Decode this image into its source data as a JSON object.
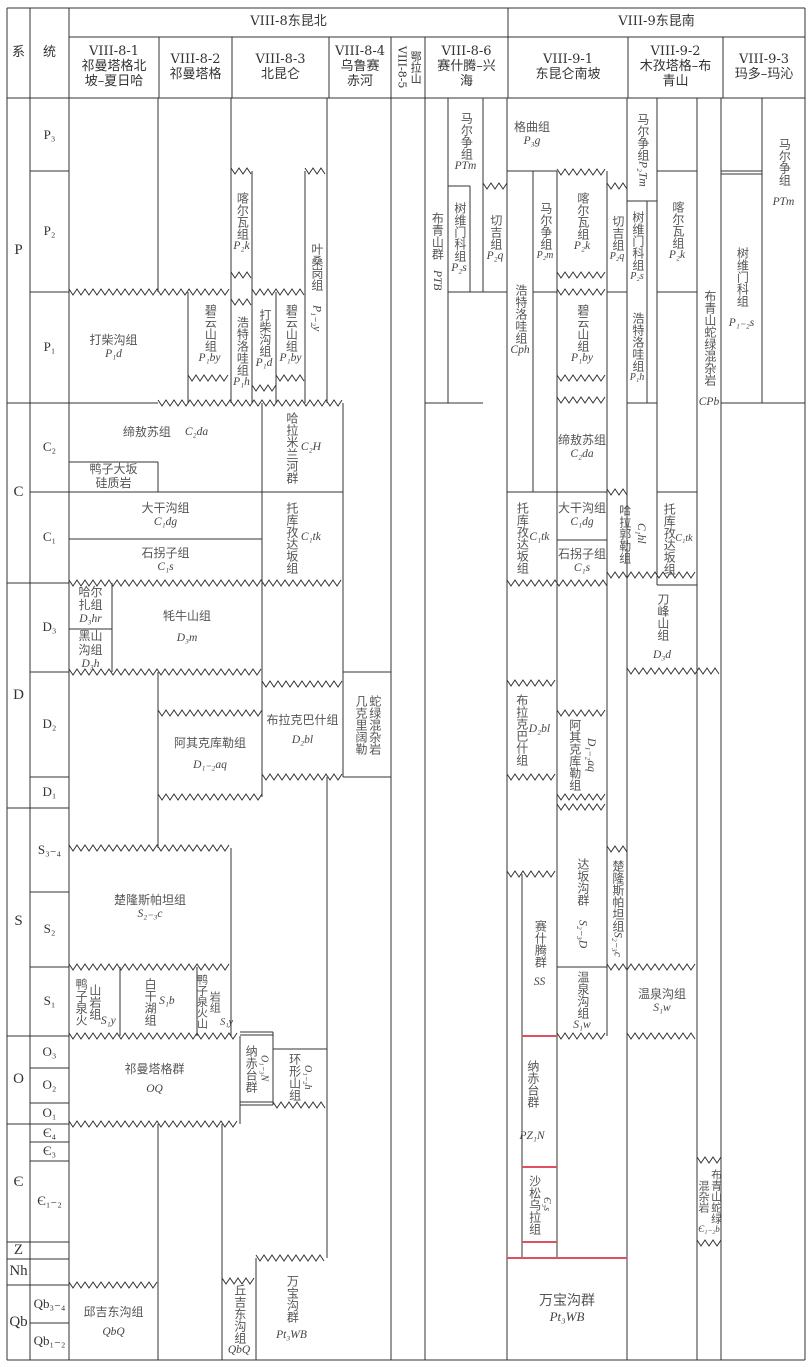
{
  "header": {
    "col_system": "系",
    "col_series": "统",
    "region_8": "VIII-8东昆北",
    "region_9": "VIII-9东昆南",
    "columns": [
      {
        "code": "VIII-8-1",
        "name": "祁曼塔格北坡–夏日哈"
      },
      {
        "code": "VIII-8-2",
        "name": "祁曼塔格"
      },
      {
        "code": "VIII-8-3",
        "name": "北昆仑"
      },
      {
        "code": "VIII-8-4",
        "name": "乌鲁赛赤河"
      },
      {
        "code": "VIII-8-5",
        "name": "鄂拉山"
      },
      {
        "code": "VIII-8-6",
        "name": "赛什腾–兴海"
      },
      {
        "code": "VIII-9-1",
        "name": "东昆仑南坡"
      },
      {
        "code": "VIII-9-2",
        "name": "木孜塔格–布青山"
      },
      {
        "code": "VIII-9-3",
        "name": "玛多–玛沁"
      }
    ]
  },
  "systems": [
    "P",
    "C",
    "D",
    "S",
    "O",
    "Є",
    "Z",
    "Nh",
    "Qb"
  ],
  "series": [
    "P₃",
    "P₂",
    "P₁",
    "C₂",
    "C₁",
    "D₃",
    "D₂",
    "D₁",
    "S₃₋₄",
    "S₂",
    "S₁",
    "O₃",
    "O₂",
    "O₁",
    "Є₄",
    "Є₃",
    "Є₁₋₂",
    "Qb₃₋₄",
    "Qb₁₋₂"
  ],
  "formations": [
    {
      "name": "打柴沟组",
      "code": "P₁d"
    },
    {
      "name": "碧云山组",
      "code": "P₁by"
    },
    {
      "name": "喀尔瓦组",
      "code": "P₂k"
    },
    {
      "name": "浩特洛哇组",
      "code": "P₁h"
    },
    {
      "name": "打柴沟组",
      "code": "P₁d"
    },
    {
      "name": "碧云山组",
      "code": "P₁by"
    },
    {
      "name": "叶桑岗组",
      "code": "P₁₋₂y"
    },
    {
      "name": "缔敖苏组",
      "code": "C₂da"
    },
    {
      "name": "鸭子大坂硅质岩",
      "code": ""
    },
    {
      "name": "哈拉米兰河群",
      "code": "C₂H"
    },
    {
      "name": "大干沟组",
      "code": "C₁dg"
    },
    {
      "name": "石拐子组",
      "code": "C₁s"
    },
    {
      "name": "托库孜达坂组",
      "code": "C₁tk"
    },
    {
      "name": "哈尔扎组",
      "code": "D₃hr"
    },
    {
      "name": "黑山沟组",
      "code": "D₃h"
    },
    {
      "name": "牦牛山组",
      "code": "D₃m"
    },
    {
      "name": "阿其克库勒组",
      "code": "D₁₋₂aq"
    },
    {
      "name": "布拉克巴什组",
      "code": "D₂bl"
    },
    {
      "name": "几克里阔勒蛇绿混杂岩",
      "code": ""
    },
    {
      "name": "楚隆斯帕坦组",
      "code": "S₂₋₃c"
    },
    {
      "name": "鸭子泉火山岩组",
      "code": "S₁y"
    },
    {
      "name": "白干湖组",
      "code": "S₁b"
    },
    {
      "name": "鸭子泉火山岩组",
      "code": "S₁y"
    },
    {
      "name": "祁曼塔格群",
      "code": "OQ"
    },
    {
      "name": "纳赤台群",
      "code": "O₁₋₃N"
    },
    {
      "name": "环形山组",
      "code": "O₁₋₂h"
    },
    {
      "name": "邱吉东沟组",
      "code": "QbQ"
    },
    {
      "name": "丘吉东沟组",
      "code": "QbQ"
    },
    {
      "name": "万宝沟群",
      "code": "Pt₃WB"
    },
    {
      "name": "布青山群",
      "code": "PTB"
    },
    {
      "name": "马尔争组",
      "code": "PTm"
    },
    {
      "name": "树维门科组",
      "code": "P₂s"
    },
    {
      "name": "切吉组",
      "code": "P₂q"
    },
    {
      "name": "格曲组",
      "code": "P₃g"
    },
    {
      "name": "浩特洛哇组",
      "code": "Cph"
    },
    {
      "name": "马尔争组",
      "code": "P₂m"
    },
    {
      "name": "喀尔瓦组",
      "code": "P₂k"
    },
    {
      "name": "碧云山组",
      "code": "P₁by"
    },
    {
      "name": "切吉组",
      "code": "P₂q"
    },
    {
      "name": "马尔争组",
      "code": "P₂Tm"
    },
    {
      "name": "树维门科组",
      "code": "P₂s"
    },
    {
      "name": "浩特洛哇组",
      "code": "P₁h"
    },
    {
      "name": "喀尔瓦组",
      "code": "P₂k"
    },
    {
      "name": "布青山蛇绿混杂岩",
      "code": "CPb"
    },
    {
      "name": "树维门科组",
      "code": "P₁₋₂s"
    },
    {
      "name": "马尔争组",
      "code": "PTm"
    },
    {
      "name": "缔敖苏组",
      "code": "C₂da"
    },
    {
      "name": "托库孜达坂组",
      "code": "C₁tk"
    },
    {
      "name": "大干沟组",
      "code": "C₁dg"
    },
    {
      "name": "石拐子组",
      "code": "C₁s"
    },
    {
      "name": "哈拉郭勒组",
      "code": "C₁hl"
    },
    {
      "name": "托库孜达坂组",
      "code": "C₁tk"
    },
    {
      "name": "刀峰山组",
      "code": "D₃d"
    },
    {
      "name": "布拉克巴什组",
      "code": "D₂bl"
    },
    {
      "name": "阿其克库勒组",
      "code": "D₁₋₂aq"
    },
    {
      "name": "达坂沟群",
      "code": "S₂₋₃D"
    },
    {
      "name": "楚隆斯帕坦组",
      "code": "S₂₋₃c"
    },
    {
      "name": "赛什腾群",
      "code": "SS"
    },
    {
      "name": "温泉沟组",
      "code": "S₁w"
    },
    {
      "name": "温泉沟组",
      "code": "S₁w"
    },
    {
      "name": "纳赤台群",
      "code": "PZ₁N"
    },
    {
      "name": "沙松乌拉组",
      "code": "Є₃s"
    },
    {
      "name": "布青山蛇绿混杂岩",
      "code": "Є₁₋₂b"
    },
    {
      "name": "万宝沟群",
      "code": "Pt₃WB"
    }
  ],
  "colors": {
    "line": "#333333",
    "unconformity_red": "#e05060",
    "text": "#555555"
  }
}
